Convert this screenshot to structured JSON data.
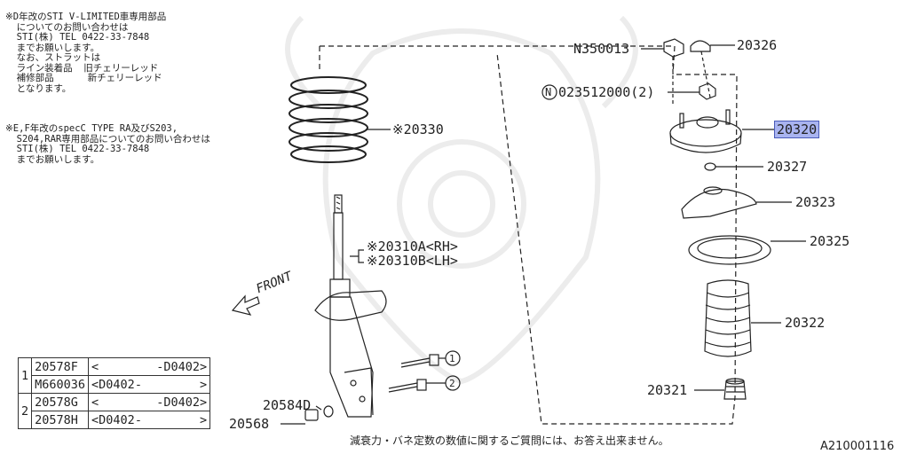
{
  "notes": {
    "note1": "※D年改のSTI V-LIMITED車専用部品\n  についてのお問い合わせは\n  STI(株) TEL 0422-33-7848\n  までお願いします。\n  なお、ストラットは\n  ライン装着品  旧チェリーレッド\n  補修部品      新チェリーレッド\n  となります。",
    "note2": "※E,F年改のspecC TYPE RA及びS203,\n  S204,RAR専用部品についてのお問い合わせは\n  STI(株) TEL 0422-33-7848\n  までお願いします。"
  },
  "labels": {
    "n350013": "N350013",
    "p20326": "20326",
    "n023512000": "023512000(2)",
    "n_circle": "N",
    "p20320": "20320",
    "p20330": "※20330",
    "p20327": "20327",
    "p20323": "20323",
    "p20310a": "※20310A<RH>",
    "p20310b": "※20310B<LH>",
    "p20325": "20325",
    "front": "FRONT",
    "p20322": "20322",
    "p20321": "20321",
    "p20584d": "20584D",
    "p20568": "20568",
    "callout1": "1",
    "callout2": "2"
  },
  "table": {
    "rows": [
      {
        "group": "1",
        "part": "20578F",
        "range": "<        -D0402>"
      },
      {
        "group": "",
        "part": "M660036",
        "range": "<D0402-        >"
      },
      {
        "group": "2",
        "part": "20578G",
        "range": "<        -D0402>"
      },
      {
        "group": "",
        "part": "20578H",
        "range": "<D0402-        >"
      }
    ]
  },
  "footer": {
    "disclaimer": "減衰力・バネ定数の数値に関するご質問には、お答え出来ません。",
    "diagram_code": "A210001116"
  },
  "colors": {
    "highlight": "#a9b4f0",
    "line": "#222222",
    "watermark": "#ececec"
  }
}
